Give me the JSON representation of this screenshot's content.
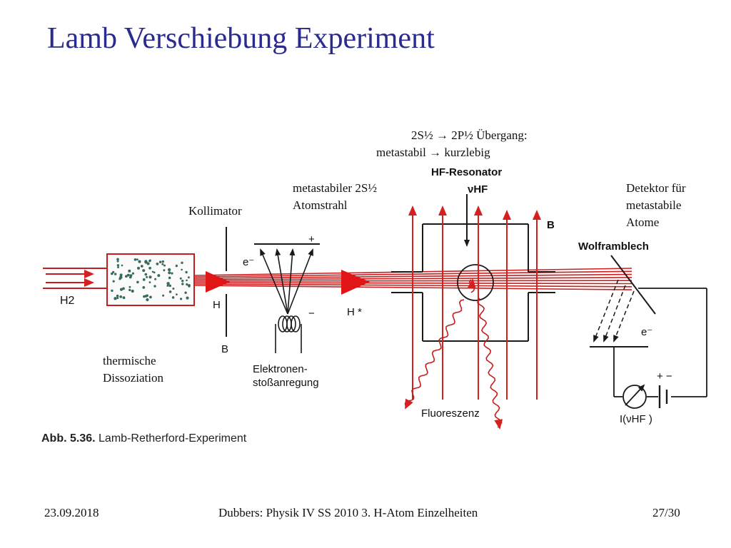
{
  "slide": {
    "title": "Lamb Verschiebung Experiment"
  },
  "labels": {
    "transition_line1": "2S½ → 2P½ Übergang:",
    "transition_line2": "metastabil → kurzlebig",
    "hf_resonator": "HF-Resonator",
    "nu_hf": "νHF",
    "metastable_beam_line1": "metastabiler 2S½",
    "metastable_beam_line2": "Atomstrahl",
    "kollimator": "Kollimator",
    "detector_line1": "Detektor für",
    "detector_line2": "metastabile",
    "detector_line3": "Atome",
    "wolframblech": "Wolframblech",
    "b_field": "B",
    "h2": "H2",
    "e_minus_left": "e⁻",
    "plus_left": "+",
    "minus_left": "−",
    "h_atom": "H",
    "h_star": "H *",
    "b_collimator": "B",
    "e_minus_right": "e⁻",
    "plus_minus_right": "+ −",
    "current": "I(νHF )",
    "thermal_line1": "thermische",
    "thermal_line2": "Dissoziation",
    "electron_line1": "Elektronen-",
    "electron_line2": "stoßanregung",
    "fluoreszenz": "Fluoreszenz"
  },
  "caption": {
    "number": "Abb. 5.36.",
    "text": "Lamb-Retherford-Experiment"
  },
  "footer": {
    "date": "23.09.2018",
    "course": "Dubbers: Physik IV SS 2010 3. H-Atom Einzelheiten",
    "page": "27/30"
  },
  "colors": {
    "title": "#2b2b8f",
    "beam": "#cc1f1f",
    "line": "#1a1a1a",
    "dots": "#3a6a5a"
  }
}
